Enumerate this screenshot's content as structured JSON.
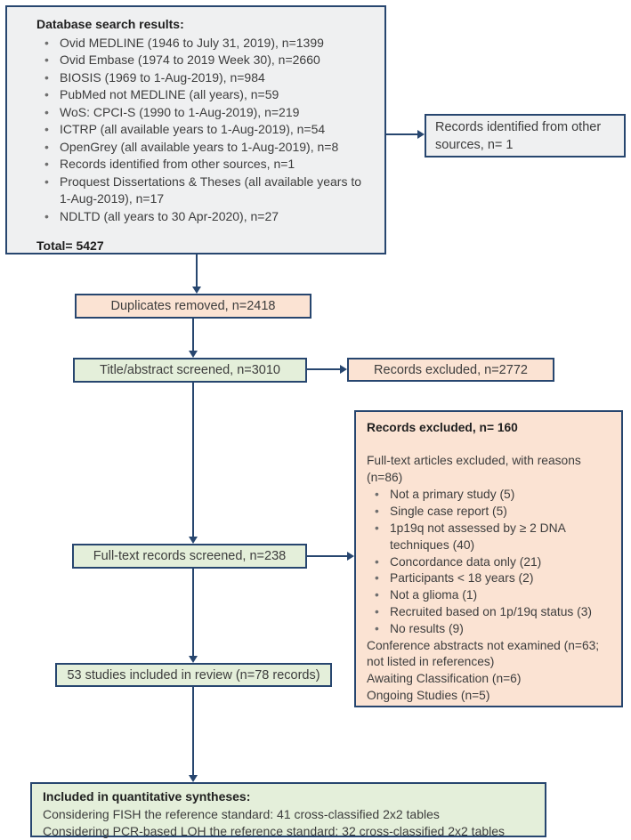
{
  "colors": {
    "border_navy": "#27466f",
    "fill_gray": "#eff0f1",
    "fill_peach": "#fbe3d3",
    "fill_green": "#e4efda"
  },
  "database_box": {
    "title": "Database search results:",
    "items": [
      "Ovid MEDLINE (1946 to July 31, 2019), n=1399",
      "Ovid Embase (1974 to 2019 Week 30), n=2660",
      "BIOSIS (1969 to 1-Aug-2019), n=984",
      "PubMed not MEDLINE (all years), n=59",
      "WoS: CPCI-S (1990 to 1-Aug-2019), n=219",
      "ICTRP (all available years to 1-Aug-2019), n=54",
      "OpenGrey (all available years to 1-Aug-2019), n=8",
      "Records identified from other sources, n=1",
      "Proquest Dissertations & Theses (all available years to 1-Aug-2019), n=17",
      "NDLTD (all years to 30 Apr-2020), n=27"
    ],
    "total": "Total= 5427"
  },
  "other_sources_box": {
    "text": "Records identified from other sources, n= 1"
  },
  "duplicates_box": {
    "text": "Duplicates removed, n=2418"
  },
  "title_abstract_box": {
    "text": "Title/abstract screened, n=3010"
  },
  "records_excluded_box": {
    "text": "Records excluded, n=2772"
  },
  "fulltext_box": {
    "text": "Full-text records screened, n=238"
  },
  "excluded_detail_box": {
    "title": "Records excluded, n= 160",
    "subtitle": "Full-text articles excluded, with reasons (n=86)",
    "reasons": [
      "Not a primary study (5)",
      "Single case report (5)",
      "1p19q not assessed by ≥ 2 DNA techniques (40)",
      "Concordance data only (21)",
      "Participants < 18 years (2)",
      "Not a glioma (1)",
      "Recruited based on 1p/19q status (3)",
      "No results (9)"
    ],
    "notes": [
      "Conference abstracts not examined (n=63; not listed in references)",
      "Awaiting Classification (n=6)",
      "Ongoing Studies (n=5)"
    ]
  },
  "included_review_box": {
    "text": "53 studies included in review (n=78 records)"
  },
  "quantitative_box": {
    "title": "Included in quantitative syntheses:",
    "lines": [
      "Considering FISH the reference standard: 41 cross-classified 2x2 tables",
      "Considering PCR-based LOH the reference standard: 32 cross-classified 2x2 tables"
    ]
  }
}
